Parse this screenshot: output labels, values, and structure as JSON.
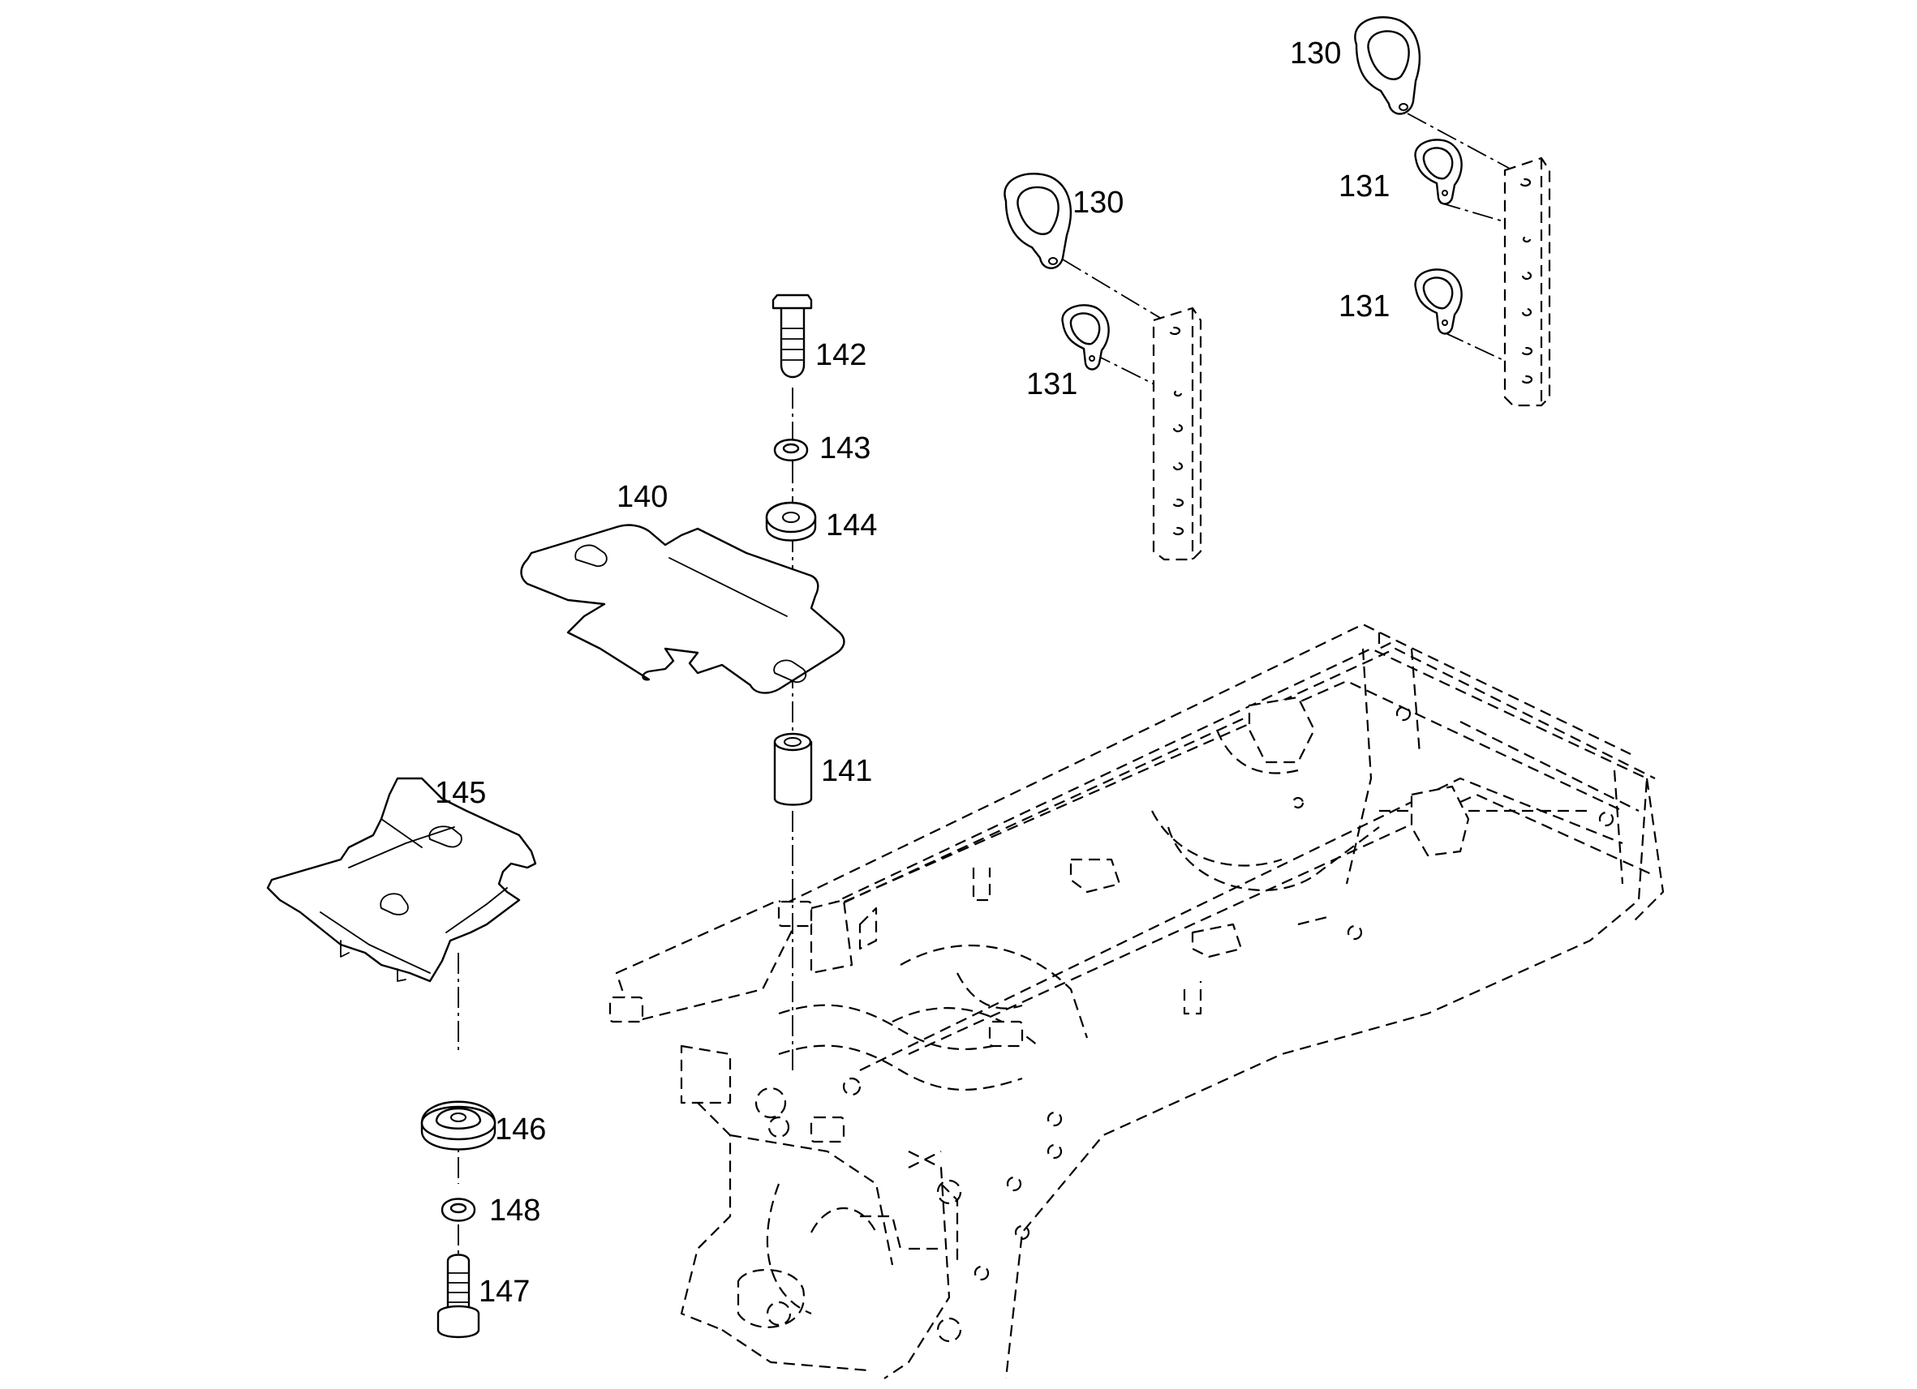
{
  "diagram": {
    "callouts": {
      "c130a": "130",
      "c130b": "130",
      "c131a": "131",
      "c131b": "131",
      "c131c": "131",
      "c140": "140",
      "c141": "141",
      "c142": "142",
      "c143": "143",
      "c144": "144",
      "c145": "145",
      "c146": "146",
      "c147": "147",
      "c148": "148"
    }
  }
}
